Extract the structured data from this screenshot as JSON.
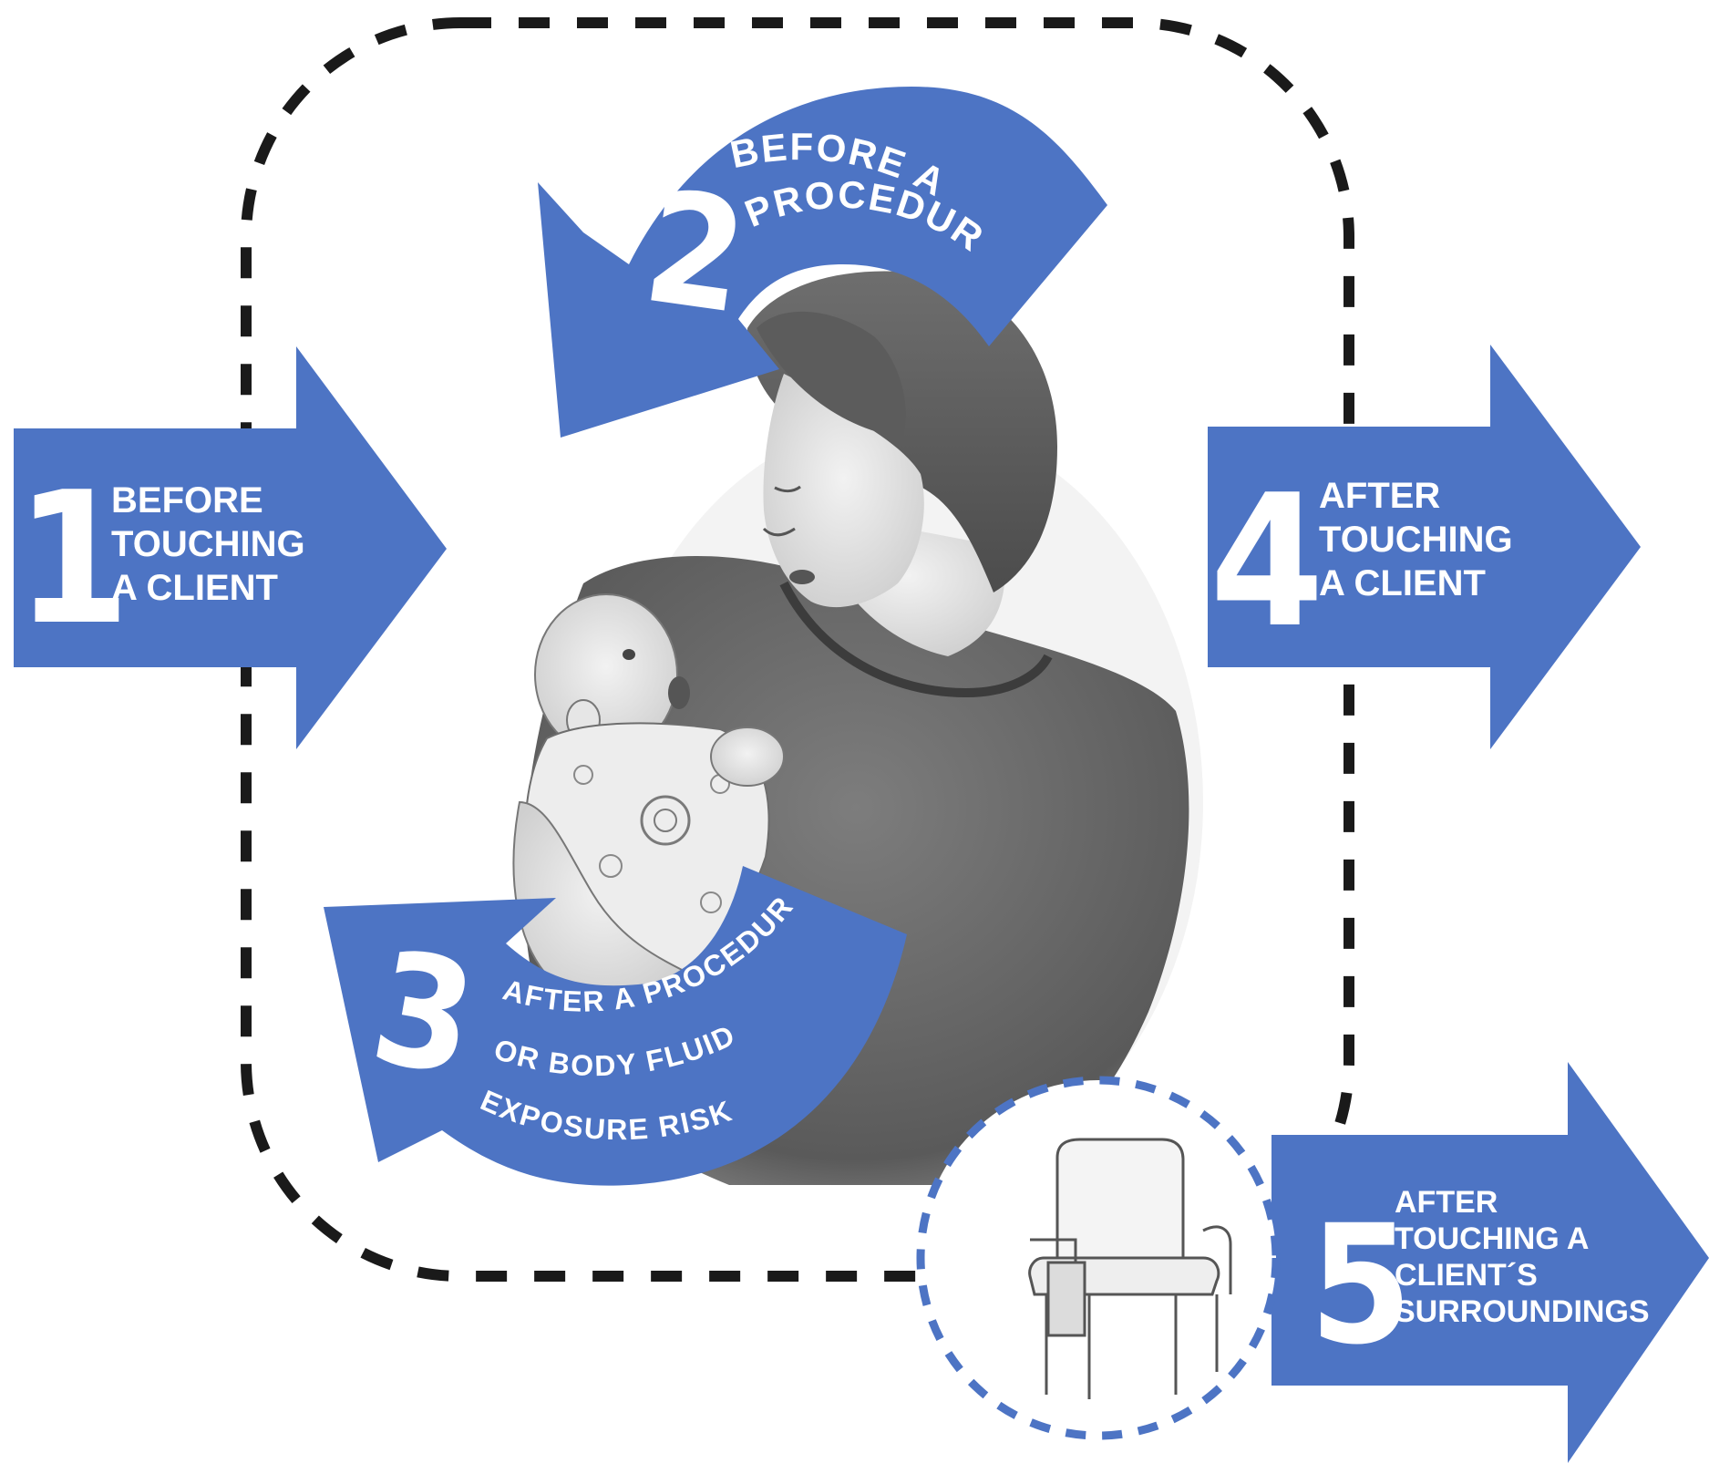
{
  "colors": {
    "arrow": "#4d74c4",
    "zone": "#1a1a1a",
    "surroundings": "#4d74c4",
    "text": "#ffffff"
  },
  "moments": [
    {
      "number": "1",
      "lines": [
        "BEFORE",
        "TOUCHING",
        "A CLIENT"
      ]
    },
    {
      "number": "2",
      "lines": [
        "BEFORE A",
        "PROCEDURE"
      ]
    },
    {
      "number": "3",
      "lines": [
        "AFTER A PROCEDURE",
        "OR BODY FLUID",
        "EXPOSURE RISK"
      ]
    },
    {
      "number": "4",
      "lines": [
        "AFTER",
        "TOUCHING",
        "A CLIENT"
      ]
    },
    {
      "number": "5",
      "lines": [
        "AFTER",
        "TOUCHING A",
        "CLIENT´S",
        "SURROUNDINGS"
      ]
    }
  ],
  "illustrations": {
    "center": "caregiver-holding-infant-sketch",
    "surroundings": "armchair-sketch"
  }
}
